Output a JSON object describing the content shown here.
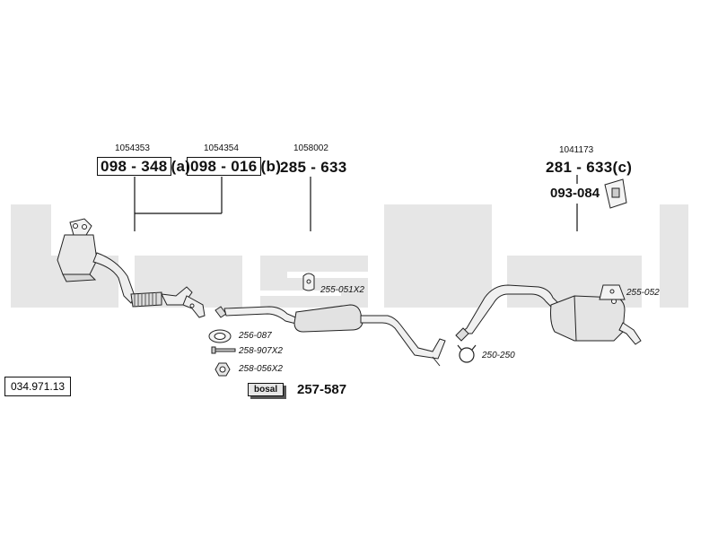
{
  "watermark": "bosal",
  "catalog_number": "034.971.13",
  "callouts": [
    {
      "ref": "1054353",
      "part": "098 - 348",
      "suffix": "(a)"
    },
    {
      "ref": "1054354",
      "part": "098 - 016",
      "suffix": "(b)"
    },
    {
      "ref": "1058002",
      "part": "285 - 633",
      "suffix": ""
    },
    {
      "ref": "1041173",
      "part": "281 - 633",
      "suffix": "(c)"
    }
  ],
  "bracket_part": "093-084",
  "fittings": [
    {
      "code": "255-051X2"
    },
    {
      "code": "256-087"
    },
    {
      "code": "258-907X2"
    },
    {
      "code": "258-056X2"
    },
    {
      "code": "250-250"
    },
    {
      "code": "255-052"
    }
  ],
  "kit": {
    "badge": "bosal",
    "code": "257-587"
  },
  "colors": {
    "watermark": "#e6e6e6",
    "line": "#111111"
  }
}
